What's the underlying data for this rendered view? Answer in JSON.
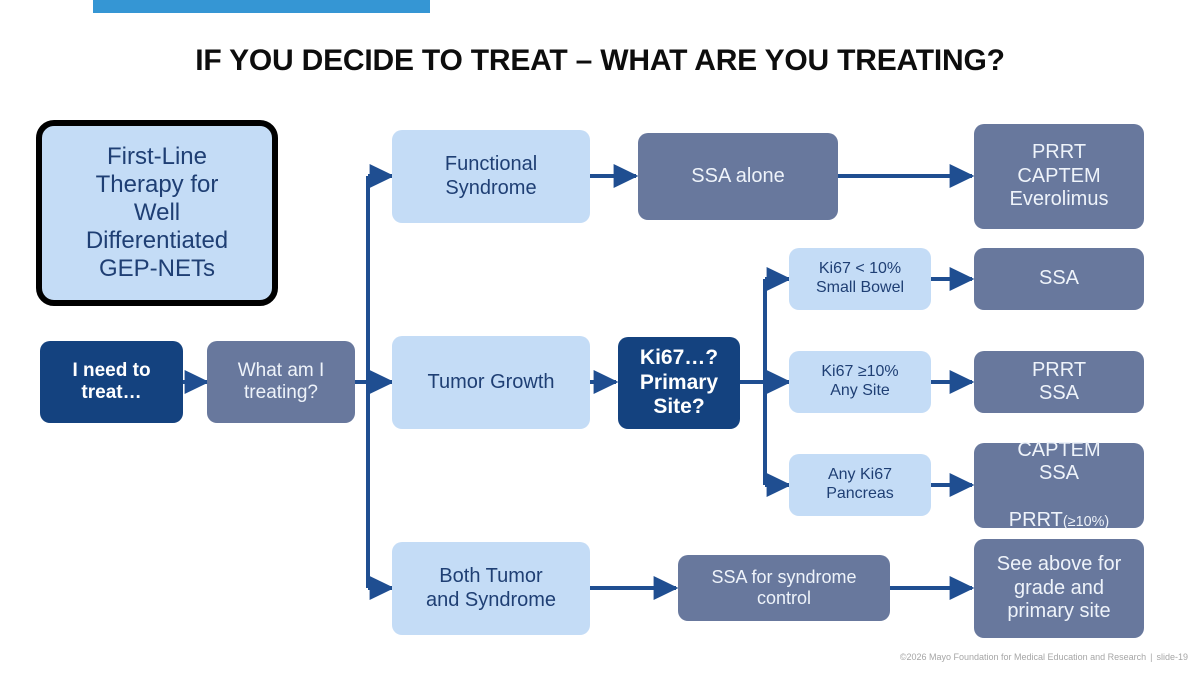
{
  "slide": {
    "title": "IF YOU DECIDE TO TREAT – WHAT ARE YOU TREATING?",
    "accent_color": "#3596d4",
    "footer_copyright": "©2026 Mayo Foundation for Medical Education and Research",
    "footer_separator": "|",
    "footer_slide_number": "slide-19"
  },
  "palette": {
    "light_blue": "#c4dcf6",
    "slate_blue": "#68789d",
    "navy": "#14427f",
    "arrow_blue": "#1f4e91",
    "text_navy": "#1f3f74",
    "text_light": "#eef3fa",
    "outline_black": "#000000",
    "background": "#ffffff",
    "footer_gray": "#a6a6a6"
  },
  "nodes": {
    "title_box": "First-Line\nTherapy for\nWell\nDifferentiated\nGEP-NETs",
    "start": "I need to\ntreat…",
    "question": "What am I\ntreating?",
    "branch_functional": "Functional\nSyndrome",
    "branch_tumor": "Tumor Growth",
    "branch_both": "Both Tumor\nand Syndrome",
    "ssa_alone": "SSA alone",
    "ki67_decision": "Ki67…?\nPrimary\nSite?",
    "criteria_low": "Ki67 < 10%\nSmall Bowel",
    "criteria_high": "Ki67 ≥10%\nAny Site",
    "criteria_panc": "Any Ki67\nPancreas",
    "ssa_syndrome_control": "SSA for syndrome\ncontrol",
    "outcome_functional": "PRRT\nCAPTEM\nEverolimus",
    "outcome_low": "SSA",
    "outcome_high": "PRRT\nSSA",
    "outcome_panc_line1": "CAPTEM",
    "outcome_panc_line2": "SSA",
    "outcome_panc_line3": "PRRT",
    "outcome_panc_line3_note": "(≥10%)",
    "outcome_both": "See above for\ngrade and\nprimary site"
  }
}
